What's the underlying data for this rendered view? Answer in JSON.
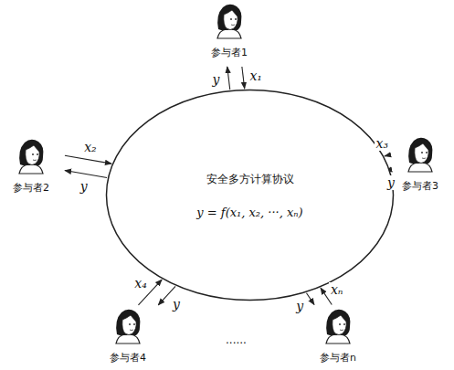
{
  "diagram": {
    "nodes": [
      {
        "text": [
          "安全多方计算协议",
          "y = f(x₁, x₂, ···, xₙ)"
        ]
      },
      {
        "text": [
          "参与者1"
        ]
      },
      {
        "text": [
          "参与者2"
        ]
      },
      {
        "text": [
          "参与者3"
        ]
      },
      {
        "text": [
          "参与者4"
        ]
      },
      {
        "text": [
          "参与者n"
        ]
      }
    ],
    "edges": [
      {
        "from": 1,
        "to": 0,
        "label": "x₁",
        "arrow": "to"
      },
      {
        "from": 0,
        "to": 1,
        "label": "y",
        "arrow": "to"
      },
      {
        "from": 2,
        "to": 0,
        "label": "x₂",
        "arrow": "to"
      },
      {
        "from": 0,
        "to": 2,
        "label": "y",
        "arrow": "to"
      },
      {
        "from": 3,
        "to": 0,
        "label": "x₃",
        "arrow": "to"
      },
      {
        "from": 0,
        "to": 3,
        "label": "y",
        "arrow": "to"
      },
      {
        "from": 4,
        "to": 0,
        "label": "x₄",
        "arrow": "to"
      },
      {
        "from": 0,
        "to": 4,
        "label": "y",
        "arrow": "to"
      },
      {
        "from": 5,
        "to": 0,
        "label": "xₙ",
        "arrow": "to"
      },
      {
        "from": 0,
        "to": 5,
        "label": "y",
        "arrow": "to"
      }
    ],
    "labels": [
      "......"
    ]
  }
}
